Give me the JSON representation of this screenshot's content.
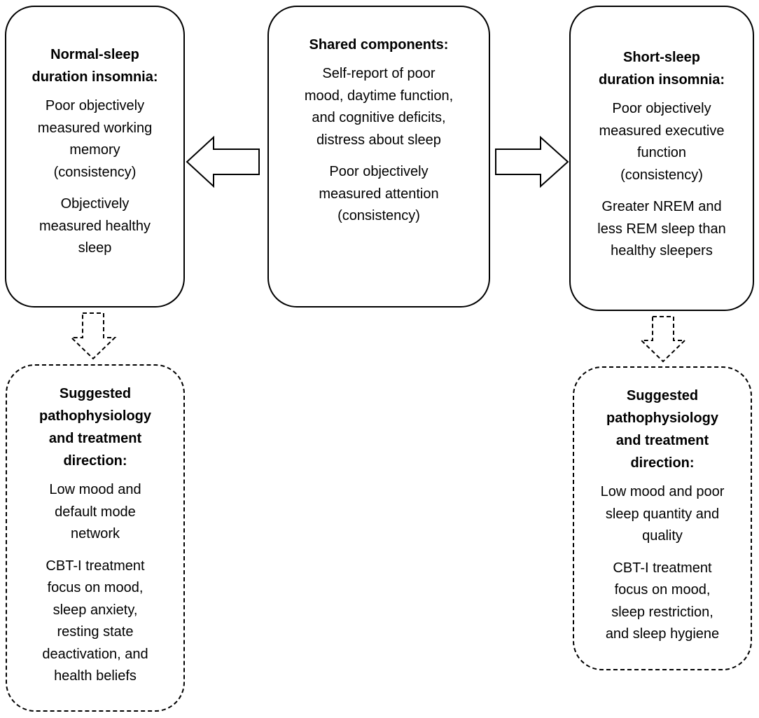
{
  "left_box": {
    "title": "Normal-sleep\nduration insomnia:",
    "items": [
      "Poor objectively\nmeasured working\nmemory\n(consistency)",
      "Objectively\nmeasured healthy\nsleep"
    ]
  },
  "center_box": {
    "title": "Shared components:",
    "items": [
      "Self-report of poor\nmood, daytime function,\nand cognitive deficits,\ndistress about sleep",
      "Poor objectively\nmeasured attention\n(consistency)"
    ]
  },
  "right_box": {
    "title": "Short-sleep\nduration insomnia:",
    "items": [
      "Poor objectively\nmeasured executive\nfunction\n(consistency)",
      "Greater NREM and\nless REM sleep than\nhealthy sleepers"
    ]
  },
  "left_bottom_box": {
    "title": "Suggested\npathophysiology\nand treatment\ndirection:",
    "items": [
      "Low mood and\ndefault mode\nnetwork",
      "CBT-I treatment\nfocus on mood,\nsleep anxiety,\nresting state\ndeactivation, and\nhealth beliefs"
    ]
  },
  "right_bottom_box": {
    "title": "Suggested\npathophysiology\nand treatment\ndirection:",
    "items": [
      "Low mood and poor\nsleep quantity and\nquality",
      "CBT-I treatment\nfocus on mood,\nsleep restriction,\nand sleep hygiene"
    ]
  }
}
